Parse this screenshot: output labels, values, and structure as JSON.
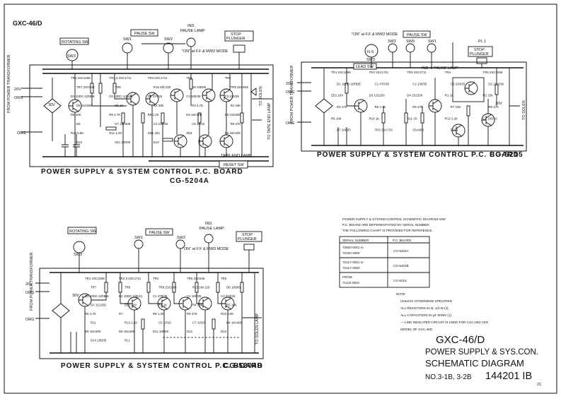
{
  "header": {
    "model_code": "GXC-46/D"
  },
  "board_a": {
    "rotating_sw": "ROTATING SW",
    "pause_sw": "PAUSE SW",
    "ind_lamp_line1": "IND.",
    "ind_lamp_line2": "PAUSE LAMP",
    "stop_plunger_line1": "STOP",
    "stop_plunger_line2": "PLUNGER",
    "sw3": "SW3",
    "sw1": "SW1",
    "sw2": "SW2",
    "ff_mode": "\"ON\" at F.F & RWD MODE",
    "from_power_tr": "FROM POWER TRANSFORMER",
    "to_tape_end": "TO TAPE END LAMP",
    "to_solen": "TO SOLEN",
    "reset_sw": "RESET SW",
    "tape_end_lamp": "TAPE END LAMP",
    "b20v": "20V",
    "b30v": "30V",
    "org": "ORG",
    "parts": [
      "TR1 2SC1096",
      "TR2,3 2SC1711",
      "TR4 2SC1711",
      "TR5",
      "TR6",
      "TR7 2SC945",
      "TR8",
      "R15 2W 220",
      "D8 10D05",
      "TR9 2SC945",
      "D1 10DC-1(RB)E",
      "D2 10DC-1(BLK)",
      "C1 470/35",
      "C2 100/35",
      "C3 220/35",
      "D3 1S2250",
      "R1 1K",
      "R2 33K",
      "R3 4.7K",
      "R4 33K",
      "R5 10K",
      "R6 4.7K",
      "R8 1.2K",
      "D4 18A409",
      "D5 1S2250",
      "D6",
      "D7 18A409",
      "C4 100/25",
      "C5 10/16",
      "R9 47K",
      "R10 5.6K",
      "R11 2.2K",
      "ZD1 18V",
      "ZD2",
      "D9 18A409",
      "D10",
      "D11 10D05",
      "D12"
    ],
    "title": "POWER SUPPLY & SYSTEM CONTROL P.C. BOARD",
    "board_no": "CG-5204A"
  },
  "board_c": {
    "ff_mode": "\"ON\" at F.F & RWD MODE",
    "pause_sw": "PAUSE SW",
    "sw1": "SW1",
    "sw2": "SW2",
    "sw3": "SW3",
    "sw9": "SW9",
    "lead_sw": "LEAD SW",
    "ind_pause_lamp": "IND. 1 PAUSE LAMP",
    "stop_plunger_line1": "STOP",
    "stop_plunger_line2": "PLUNGER",
    "pl1": "PL 1",
    "from_power_tr": "FROM POWER TRANSFORMER",
    "to_solen": "TO SOLEN",
    "b20v": "20V",
    "b30v": "30V",
    "org": "ORG",
    "parts": [
      "TR1 2SC1096",
      "TR2 2SC1711",
      "TR3 2SC1711",
      "TR4",
      "TR5 2SC1096",
      "D1 10DC-1(RB)E",
      "C1 470/35",
      "C2 100/35",
      "C3 220/25",
      "D2 1S2250",
      "ZD1 18V",
      "D3 1S2250",
      "D4 1S2250",
      "R1 1K",
      "R2 15K",
      "R4 47K",
      "R5 4.7K",
      "R6 47K",
      "R7 10K",
      "R8 47K",
      "R9 10K",
      "R10 1K",
      "R11 1K",
      "R12 2.2K",
      "C4 100/16",
      "D7 10D05",
      "TR2 2SA733",
      "2SA608",
      "D221"
    ],
    "title": "POWER SUPPLY & SYSTEM CONTROL P.C. BOARD",
    "board_no": "CG-5215"
  },
  "board_b": {
    "rotating_sw": "ROTATING SW",
    "pause_sw": "PAUSE SW",
    "ind_lamp_line1": "IND.",
    "ind_lamp_line2": "PAUSE LAMP",
    "stop_plunger_line1": "STOP",
    "stop_plunger_line2": "PLUNGER",
    "sw1": "SW1",
    "sw2": "SW2",
    "sw3": "SW3",
    "ff_mode": "\"ON\" at F.F & RWD MODE",
    "from_power_tr": "FROM POWER TRANSFORMER",
    "to_solen": "TO SOLEN LAMP",
    "b20v": "20V",
    "b30v": "30V",
    "org": "ORG",
    "parts": [
      "TR1 2SC1096",
      "TR2,3 2SC1711",
      "TR4",
      "TR5 2SC945",
      "TR6",
      "TR7",
      "TR8",
      "TR9 2SC945",
      "R15 2W 220",
      "D8 10D05",
      "D1 10DC-1(RB)E",
      "D2 10DC-1(BLK)",
      "C1 470/35",
      "C2 100/35",
      "C3 220/25",
      "D3 1S2250",
      "ZD1 18V",
      "R1 1K",
      "R4 33K",
      "R5 10K",
      "R6 4.7K",
      "R7",
      "R8 1.2K",
      "R9 47K",
      "R10 5.6K",
      "R11",
      "R12 2.2K",
      "C5 10/16",
      "C7 10/25",
      "D4 18A409",
      "D5 18A409",
      "D6 18A409",
      "D11 10D05",
      "D12",
      "D13",
      "D14 10D05",
      "PL1"
    ],
    "title": "POWER SUPPLY & SYSTEM CONTROL P.C. BOARD",
    "board_no": "CG-5204B"
  },
  "info": {
    "intro_lines": [
      "POWER SUPPLY & SYSTEM CONTROL SCHEMATIC DIAGRAM AND",
      "P.C. BOARD ARE DIFFERENTIATED BY SERIAL NUMBER.",
      "THE FOLLOWING CHART IS PROVIDED FOR REFERENCE."
    ],
    "table": {
      "headers": [
        "SERIAL NUMBER",
        "P.C. BOARD"
      ],
      "rows": [
        {
          "serial_line1": "70820-0001 to",
          "serial_line2": "71020-4000",
          "board": "CG-5204A"
        },
        {
          "serial_line1": "71017-0001 to",
          "serial_line2": "71017-3000",
          "board": "CG-5204B"
        },
        {
          "serial_line1": "FROM",
          "serial_line2": "71122-0001",
          "board": "CG-5215"
        }
      ]
    },
    "notes": {
      "heading": "NOTE",
      "lines": [
        "UNLESS OTHERWISE SPECIFIED",
        "ALL RESISTORS IN Ω, 1/4 W (J).",
        "ALL CAPACITORS IN μF 50WV (J).",
        "----LINE INDICATED CIRCUIT IS USED FOR CSA AND CEE",
        "MODEL OF GXC-46D"
      ]
    }
  },
  "title_block": {
    "line1": "GXC-46/D",
    "line2": "POWER SUPPLY & SYS.CON.",
    "line3": "SCHEMATIC DIAGRAM",
    "line4": "NO.3-1B, 3-2B",
    "doc_number": "144201 IB",
    "revision": "2C"
  }
}
